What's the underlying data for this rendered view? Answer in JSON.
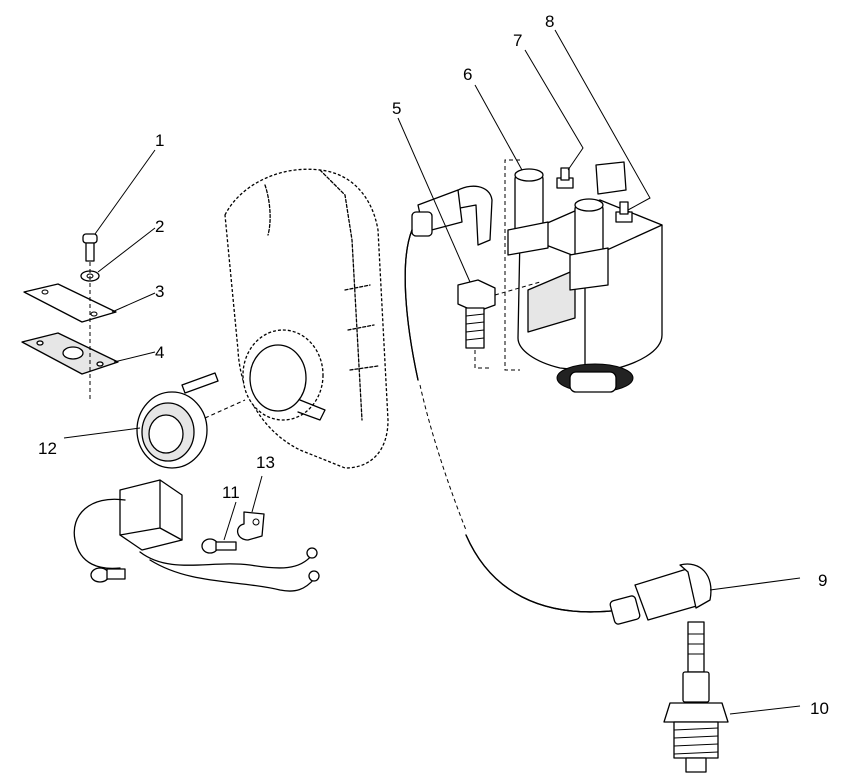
{
  "callouts": [
    {
      "id": "1",
      "label": "1"
    },
    {
      "id": "2",
      "label": "2"
    },
    {
      "id": "3",
      "label": "3"
    },
    {
      "id": "4",
      "label": "4"
    },
    {
      "id": "5",
      "label": "5"
    },
    {
      "id": "6",
      "label": "6"
    },
    {
      "id": "7",
      "label": "7"
    },
    {
      "id": "8",
      "label": "8"
    },
    {
      "id": "9",
      "label": "9"
    },
    {
      "id": "10",
      "label": "10"
    },
    {
      "id": "11",
      "label": "11"
    },
    {
      "id": "12",
      "label": "12"
    },
    {
      "id": "13",
      "label": "13"
    }
  ],
  "colors": {
    "ink": "#000000",
    "paper": "#ffffff",
    "shade": "#e6e6e6"
  }
}
